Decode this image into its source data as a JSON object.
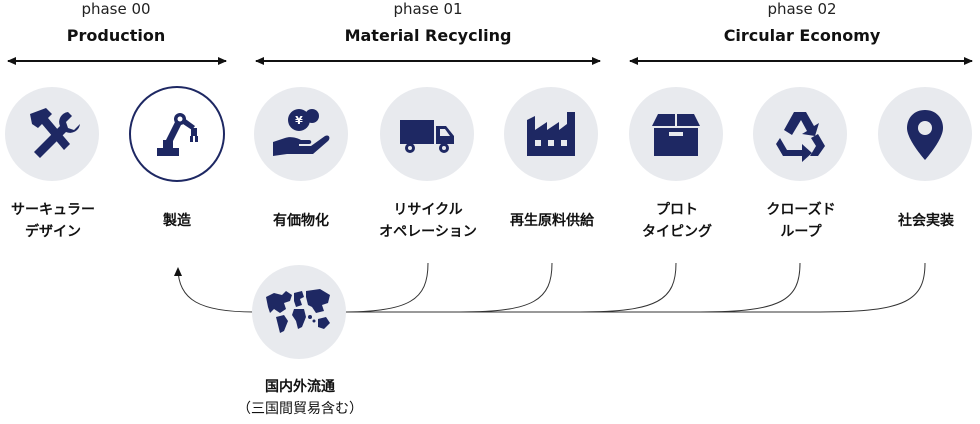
{
  "phases": [
    {
      "number": "phase 00",
      "name": "Production"
    },
    {
      "number": "phase 01",
      "name": "Material Recycling"
    },
    {
      "number": "phase 02",
      "name": "Circular Economy"
    }
  ],
  "nodes": [
    {
      "label_line1": "サーキュラー",
      "label_line2": "デザイン",
      "icon": "tools-icon"
    },
    {
      "label_line1": "製造",
      "label_line2": "",
      "icon": "robot-arm-icon"
    },
    {
      "label_line1": "有価物化",
      "label_line2": "",
      "icon": "hand-yen-icon"
    },
    {
      "label_line1": "リサイクル",
      "label_line2": "オペレーション",
      "icon": "truck-icon"
    },
    {
      "label_line1": "再生原料供給",
      "label_line2": "",
      "icon": "factory-icon"
    },
    {
      "label_line1": "プロト",
      "label_line2": "タイピング",
      "icon": "box-icon"
    },
    {
      "label_line1": "クローズド",
      "label_line2": "ループ",
      "icon": "recycle-icon"
    },
    {
      "label_line1": "社会実装",
      "label_line2": "",
      "icon": "map-pin-icon"
    }
  ],
  "distribution": {
    "label": "国内外流通",
    "sublabel": "（三国間貿易含む）",
    "icon": "world-map-icon"
  },
  "colors": {
    "navy": "#1e2863",
    "circle": "#e8eaee",
    "line": "#222222"
  }
}
